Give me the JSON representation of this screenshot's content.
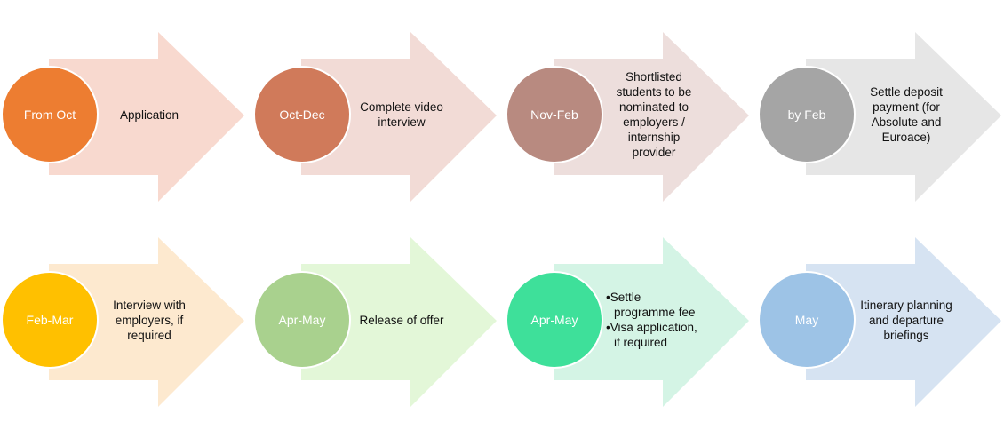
{
  "steps": [
    {
      "period": "From Oct",
      "text": "Application",
      "circle": "#ED7D31",
      "arrow": "#F8D9CF"
    },
    {
      "period": "Oct-Dec",
      "text": "Complete video interview",
      "circle": "#D07A5A",
      "arrow": "#F2DBD6"
    },
    {
      "period": "Nov-Feb",
      "text": "Shortlisted students to be nominated to employers / internship provider",
      "circle": "#B88A80",
      "arrow": "#EDDEDC"
    },
    {
      "period": "by Feb",
      "text": "Settle deposit payment (for Absolute and Euroace)",
      "circle": "#A5A5A5",
      "arrow": "#E6E6E6"
    },
    {
      "period": "Feb-Mar",
      "text": "Interview with employers, if required",
      "circle": "#FFC000",
      "arrow": "#FDE9CF"
    },
    {
      "period": "Apr-May",
      "text": "Release of offer",
      "circle": "#A9D18E",
      "arrow": "#E3F7D8"
    },
    {
      "period": "Apr-May",
      "bullets": [
        "Settle programme fee",
        "Visa application, if required"
      ],
      "circle": "#3EE09A",
      "arrow": "#D4F4E5"
    },
    {
      "period": "May",
      "text": "Itinerary planning and departure briefings",
      "circle": "#9DC3E6",
      "arrow": "#D6E3F2"
    }
  ]
}
